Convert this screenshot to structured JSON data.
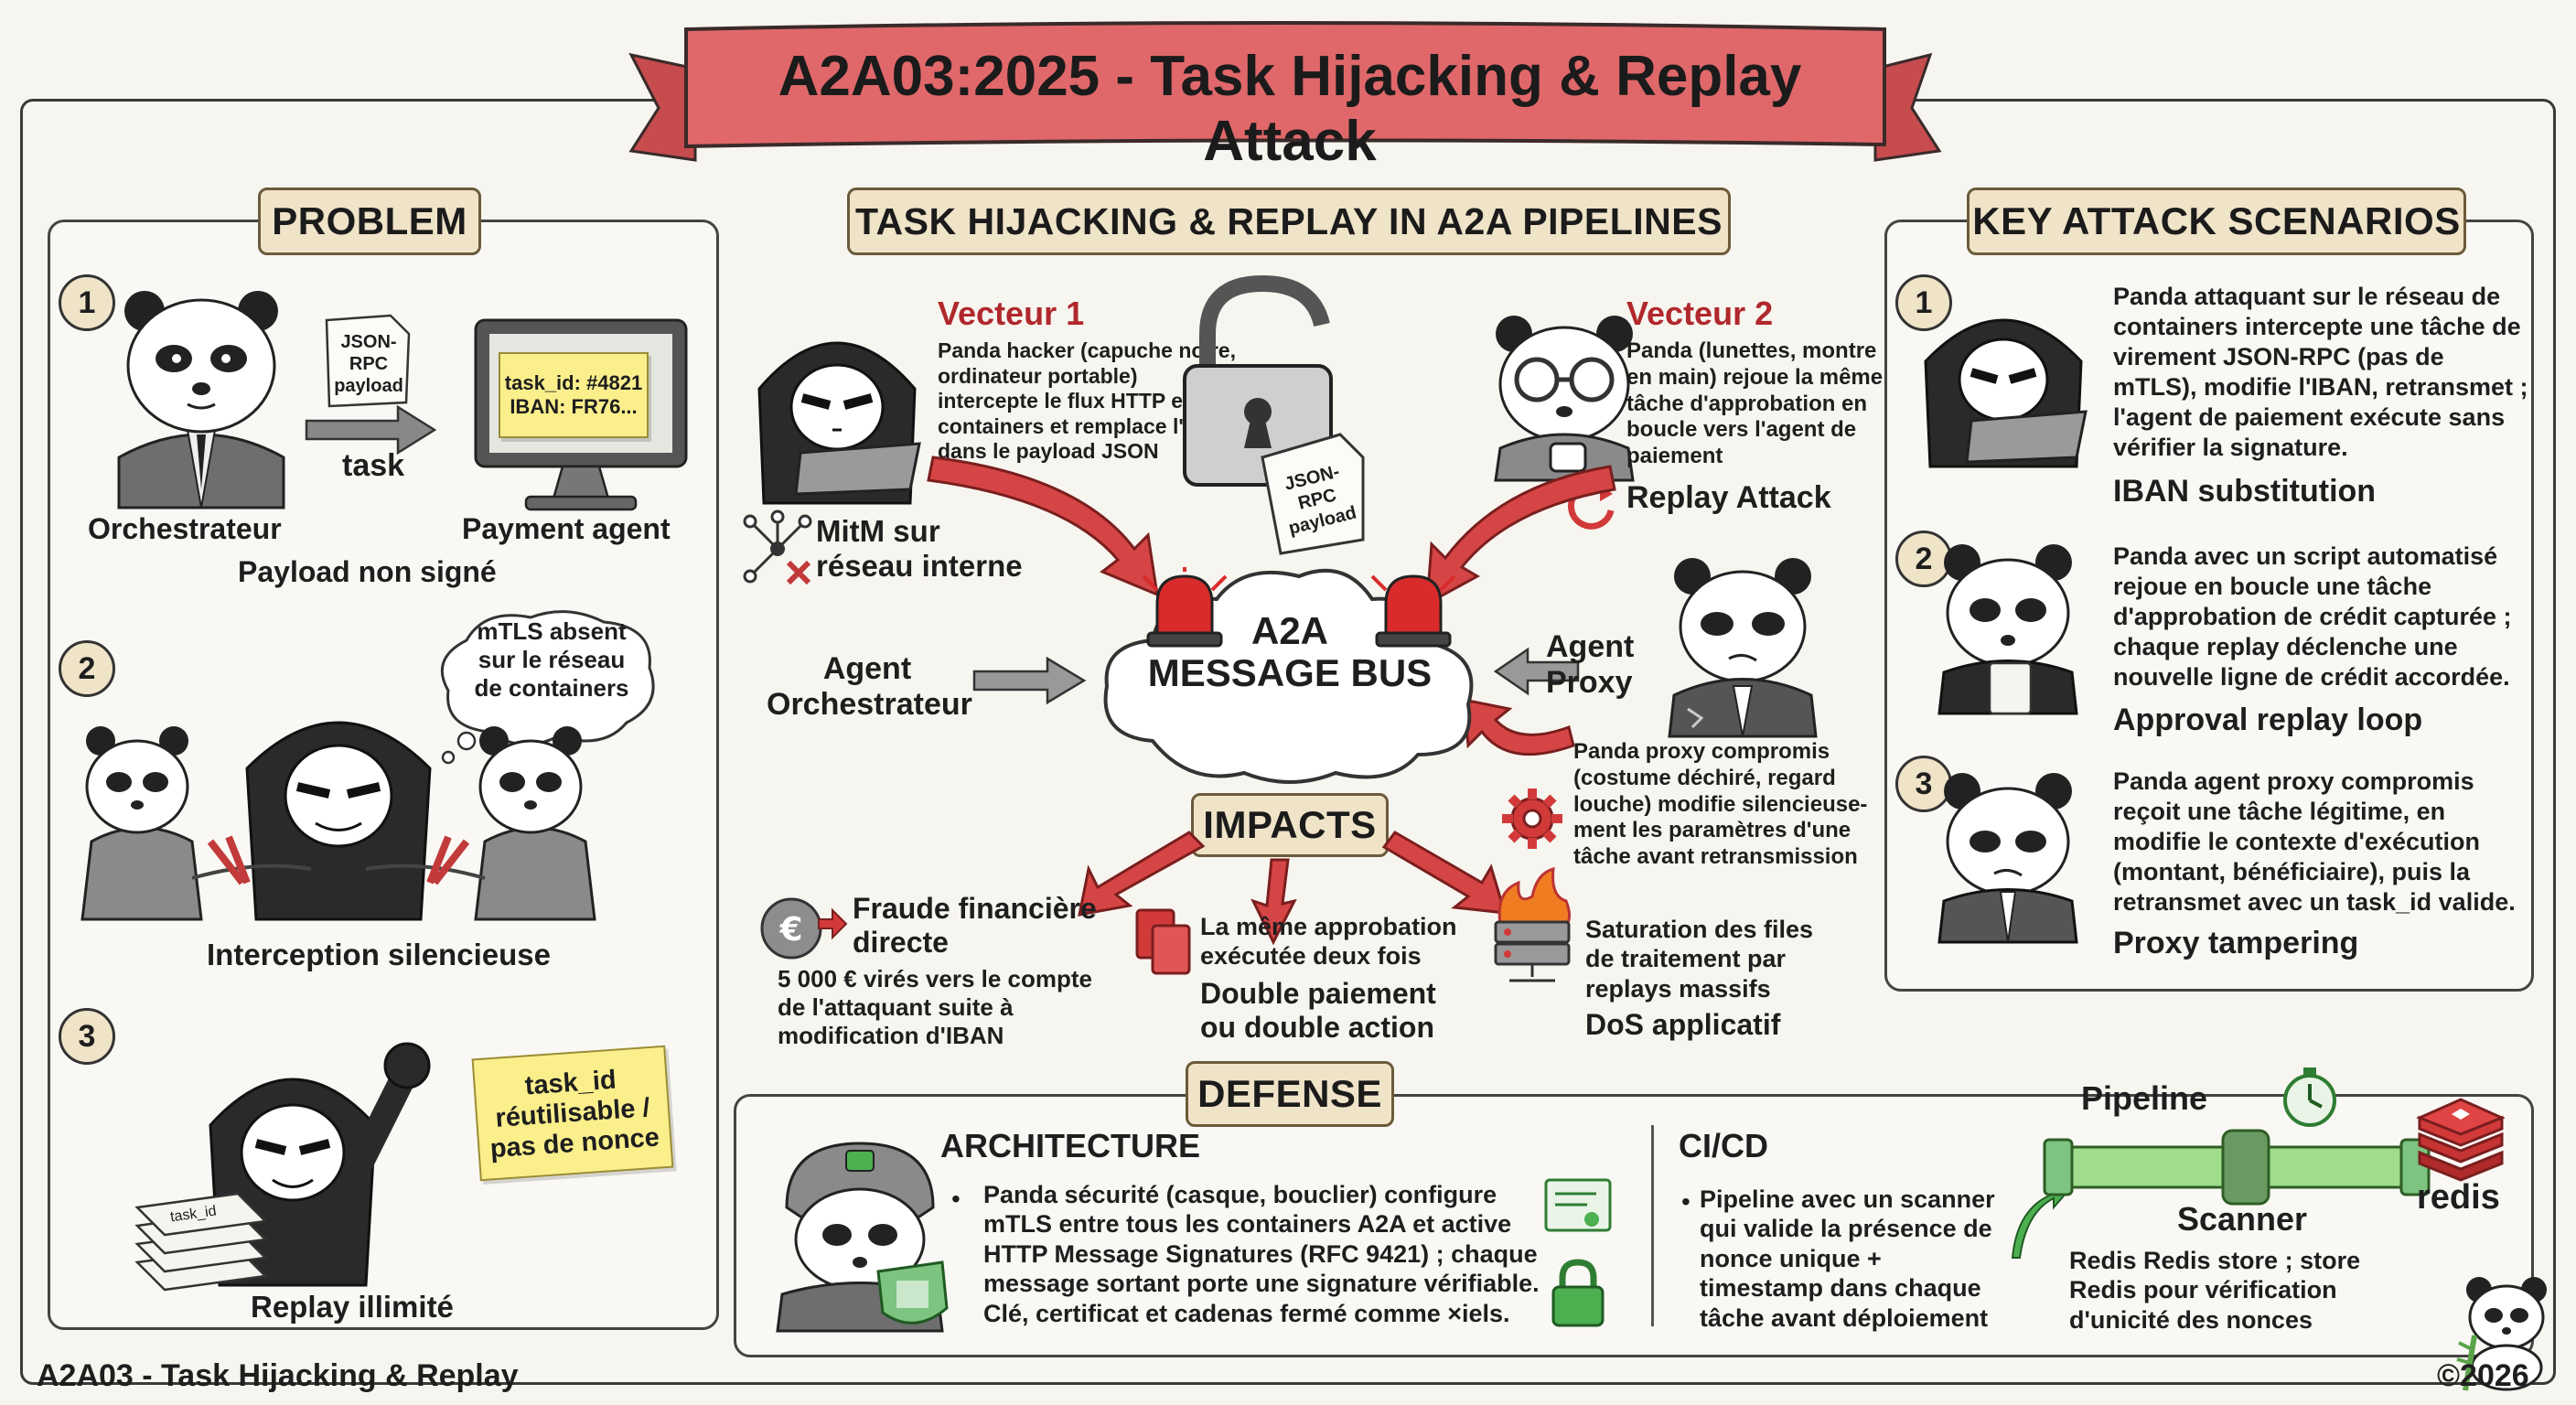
{
  "title": "A2A03:2025 - Task Hijacking & Replay Attack",
  "footer_left": "A2A03 - Task Hijacking & Replay",
  "footer_right": "©2026",
  "colors": {
    "banner": "#e0686a",
    "accent_red": "#b0282c",
    "tag_bg": "#efe3c8",
    "note_yellow": "#fbef8c",
    "pipeline_green": "#9fdc8c"
  },
  "problem": {
    "heading": "PROBLEM",
    "s1": {
      "num": "1",
      "doc_label": "JSON-RPC payload",
      "arrow_label": "task",
      "screen_line1": "task_id: #4821",
      "screen_line2": "IBAN: FR76...",
      "left_label": "Orchestrateur",
      "right_label": "Payment agent",
      "caption": "Payload non signé"
    },
    "s2": {
      "num": "2",
      "bubble": "mTLS absent sur le réseau de containers",
      "caption": "Interception silencieuse"
    },
    "s3": {
      "num": "3",
      "stack_label": "task_id",
      "note": "task_id réutilisable / pas de nonce",
      "caption": "Replay illimité"
    }
  },
  "center": {
    "heading": "TASK HIJACKING & REPLAY IN A2A PIPELINES",
    "v1_title": "Vecteur 1",
    "v1_text": "Panda hacker (capuche noire, ordinateur portable) intercepte le flux HTTP entre containers et remplace l'IBAN dans le payload JSON",
    "v1_label": "MitM sur réseau interne",
    "v2_title": "Vecteur 2",
    "v2_text": "Panda (lunettes, montre en main) rejoue la même tâche d'approbation en boucle vers l'agent de paiement",
    "v2_label": "Replay Attack",
    "doc_label": "JSON-RPC payload",
    "bus_line1": "A2A",
    "bus_line2": "MESSAGE BUS",
    "agent_orch": "Agent Orchestrateur",
    "agent_proxy": "Agent Proxy",
    "proxy_text": "Panda proxy compromis (costume déchiré, regard louche) modifie silencieuse-ment les paramètres d'une tâche avant retransmission"
  },
  "impacts": {
    "heading": "IMPACTS",
    "i1_title": "Fraude financière directe",
    "i1_text": "5 000 € virés vers le compte de l'attaquant suite à modification d'IBAN",
    "i2_text": "La même approbation exécutée deux fois",
    "i2_title": "Double paiement ou double action",
    "i3_text": "Saturation des files de traitement par replays massifs",
    "i3_title": "DoS applicatif"
  },
  "scenarios": {
    "heading": "KEY ATTACK SCENARIOS",
    "items": [
      {
        "num": "1",
        "text": "Panda attaquant sur le réseau de containers intercepte une tâche de virement JSON-RPC (pas de mTLS), modifie l'IBAN, retransmet ; l'agent de paiement exécute sans vérifier la signature.",
        "title": "IBAN substitution"
      },
      {
        "num": "2",
        "text": "Panda avec un script automatisé rejoue en boucle une tâche d'approbation de crédit capturée ; chaque replay déclenche une nouvelle ligne de crédit accordée.",
        "title": "Approval replay loop"
      },
      {
        "num": "3",
        "text": "Panda agent proxy compromis reçoit une tâche légitime, en modifie le contexte d'exécution (montant, bénéficiaire), puis la retransmet avec un task_id valide.",
        "title": "Proxy tampering"
      }
    ]
  },
  "defense": {
    "heading": "DEFENSE",
    "arch_title": "ARCHITECTURE",
    "arch_text": "Panda sécurité (casque, bouclier) configure mTLS entre tous les containers A2A et active HTTP Message Signatures (RFC 9421) ; chaque message sortant porte une signature vérifiable. Clé, certificat et cadenas fermé comme ×iels.",
    "cicd_title": "CI/CD",
    "cicd_text": "Pipeline avec un scanner qui valide la présence de nonce unique + timestamp dans chaque tâche avant déploiement",
    "pipeline_label": "Pipeline",
    "scanner_label": "Scanner",
    "redis_label": "redis",
    "redis_text": "Redis Redis store ; store Redis pour vérification d'unicité des nonces"
  }
}
